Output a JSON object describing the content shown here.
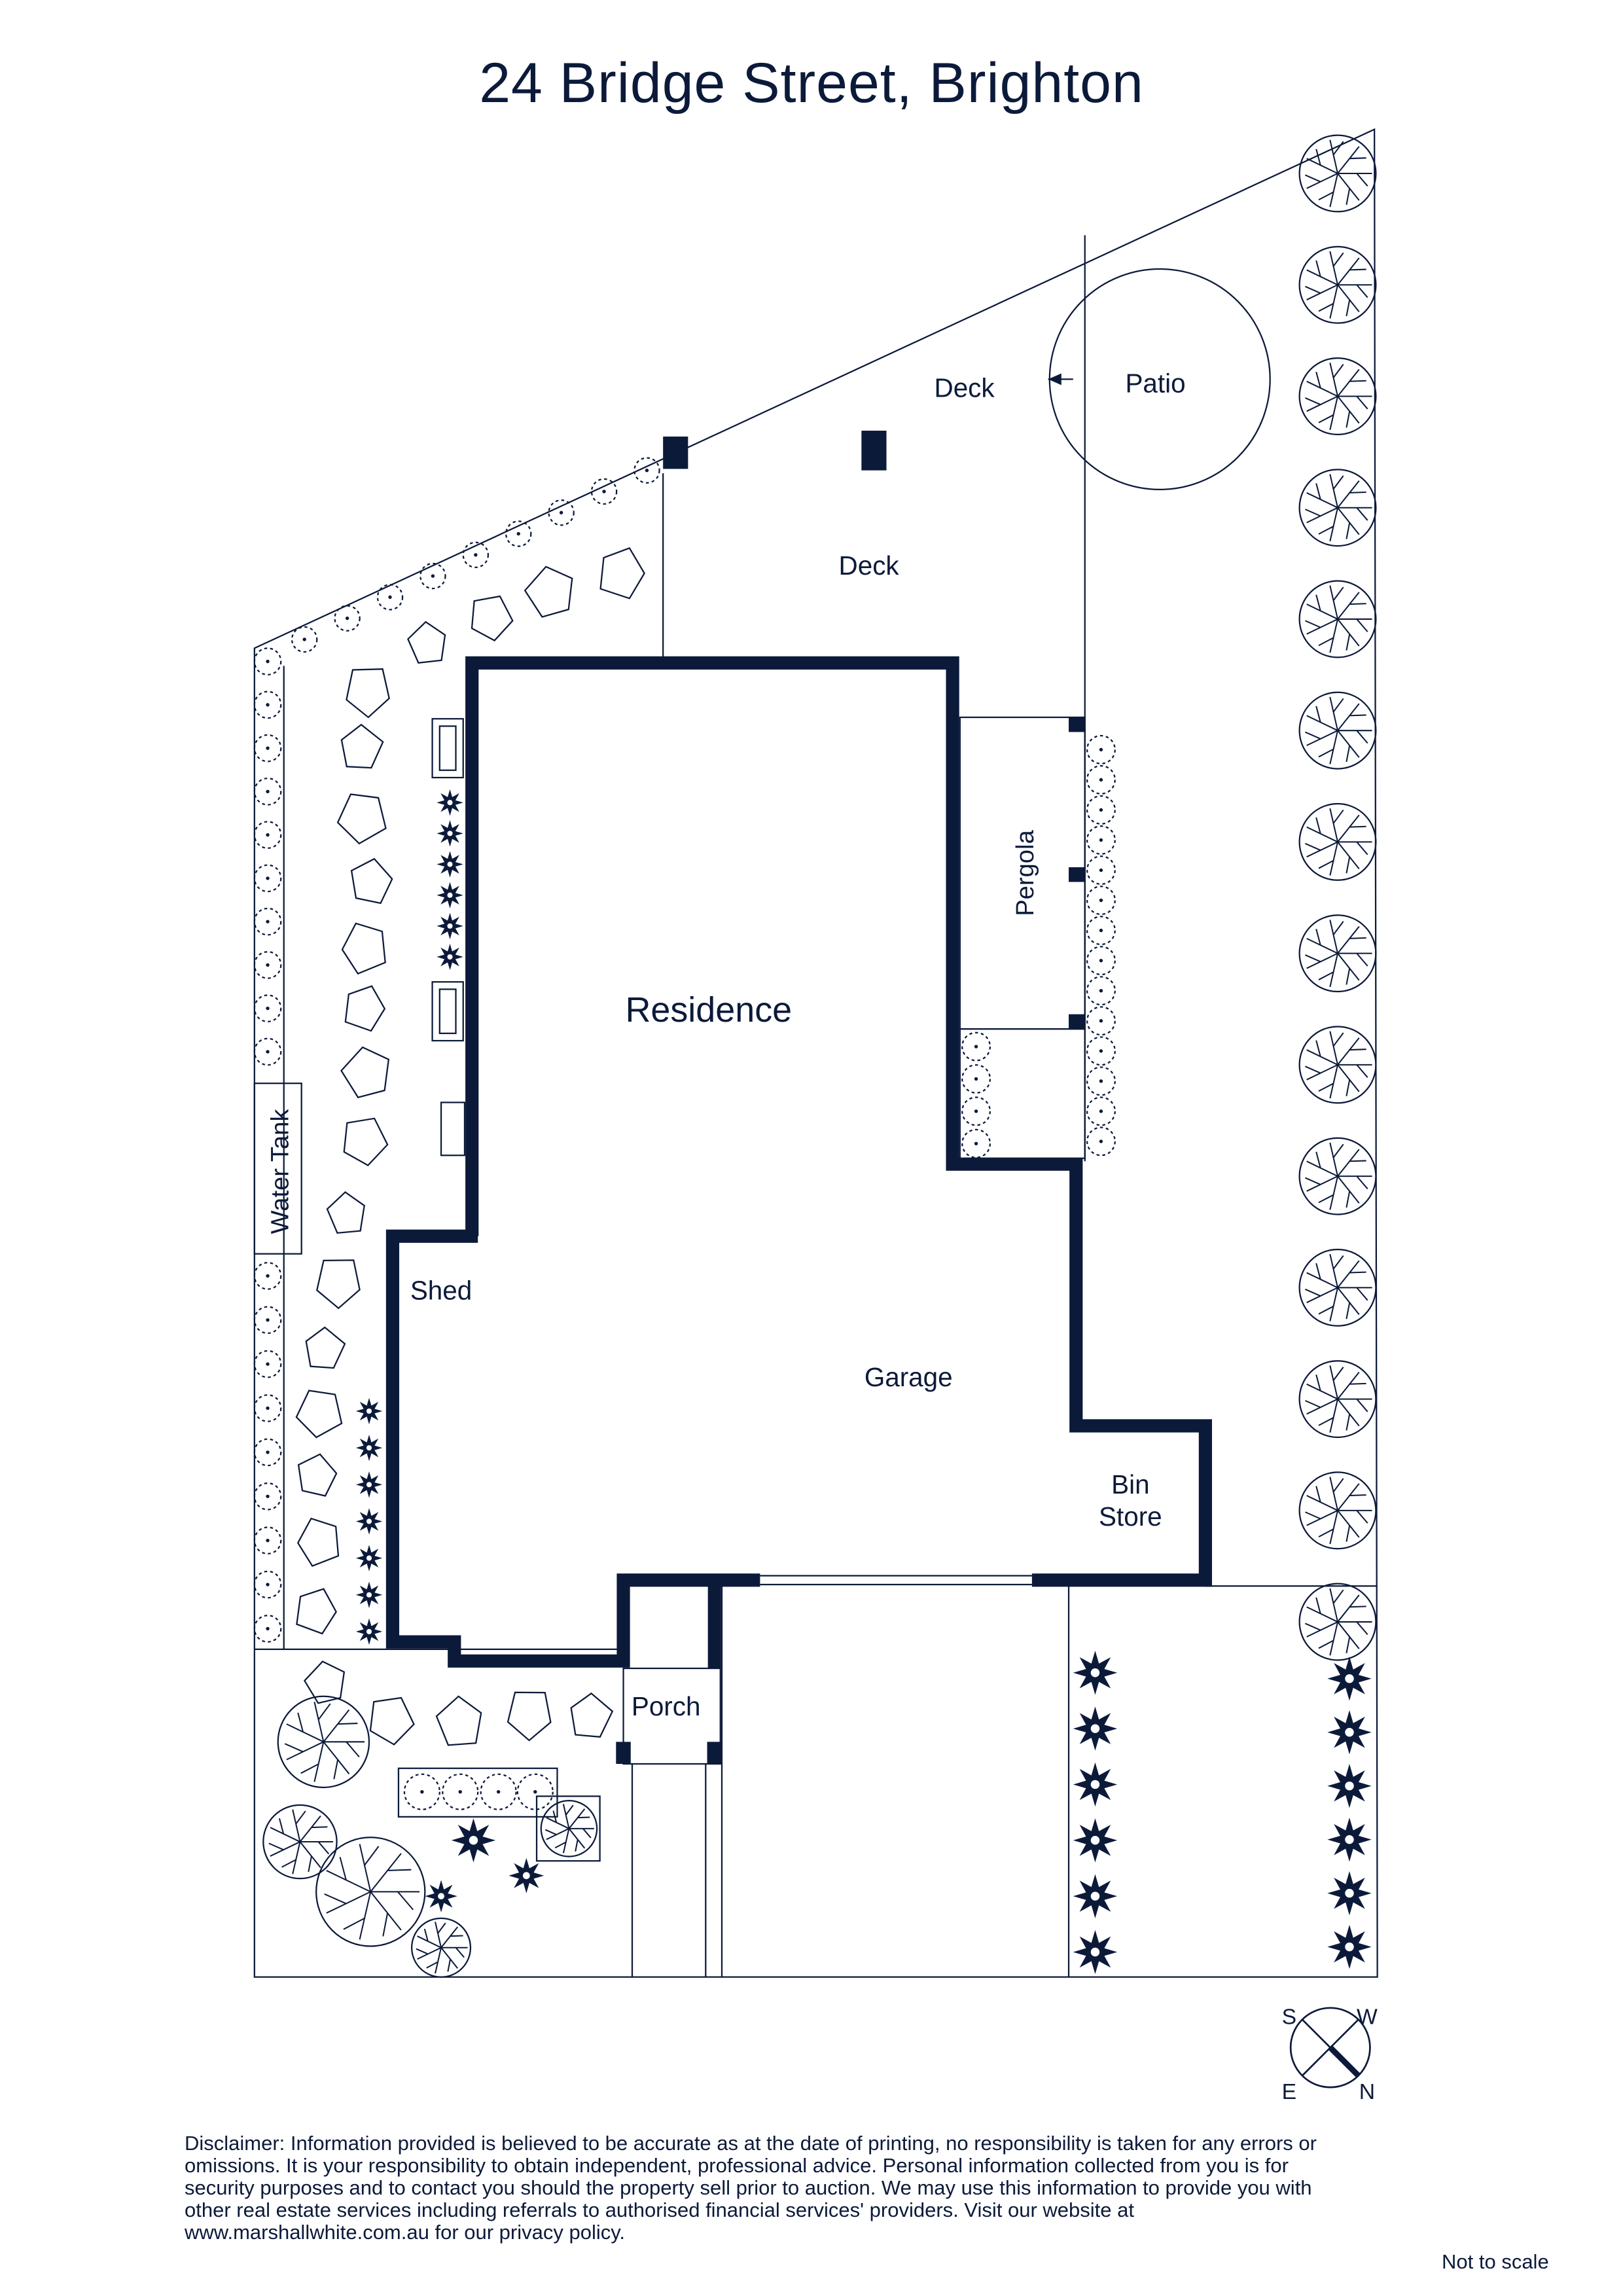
{
  "title": "24 Bridge Street, Brighton",
  "rooms": {
    "deck_upper": "Deck",
    "deck_lower": "Deck",
    "patio": "Patio",
    "residence": "Residence",
    "pergola": "Pergola",
    "water_tank": "Water Tank",
    "shed": "Shed",
    "garage": "Garage",
    "bin_store_1": "Bin",
    "bin_store_2": "Store",
    "porch": "Porch"
  },
  "compass": {
    "s": "S",
    "w": "W",
    "e": "E",
    "n": "N"
  },
  "disclaimer": "Disclaimer: Information provided is believed to be accurate as at the date of printing, no responsibility is taken for any errors or omissions. It is your responsibility to obtain independent, professional advice. Personal information collected from you is for security purposes and to contact you should the property sell prior to auction. We may use this information to provide you with other real estate services including referrals to authorised financial services' providers. Visit our website at www.marshallwhite.com.au for our privacy policy.",
  "not_to_scale": "Not to scale",
  "colors": {
    "ink": "#0c1a3a",
    "background": "#ffffff"
  }
}
